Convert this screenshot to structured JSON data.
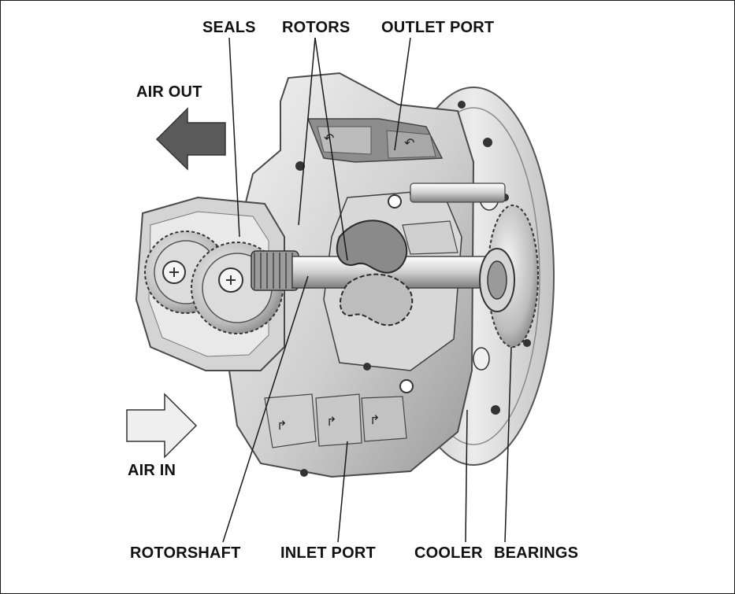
{
  "labels": {
    "seals": "SEALS",
    "rotors": "ROTORS",
    "outlet_port": "OUTLET PORT",
    "air_out": "AIR OUT",
    "air_in": "AIR IN",
    "rotorshaft": "ROTORSHAFT",
    "inlet_port": "INLET PORT",
    "cooler": "COOLER",
    "bearings": "BEARINGS"
  },
  "colors": {
    "label_text": "#111111",
    "leader_line": "#1a1a1a",
    "metal_light": "#e6e6e6",
    "metal_mid": "#b9b9b9",
    "metal_dark": "#6e6e6e",
    "air_out_arrow": "#5a5a5a",
    "air_in_arrow": "#efefef"
  },
  "icons": {
    "air_out_arrow": "arrow-left-icon",
    "air_in_arrow": "arrow-right-icon"
  }
}
